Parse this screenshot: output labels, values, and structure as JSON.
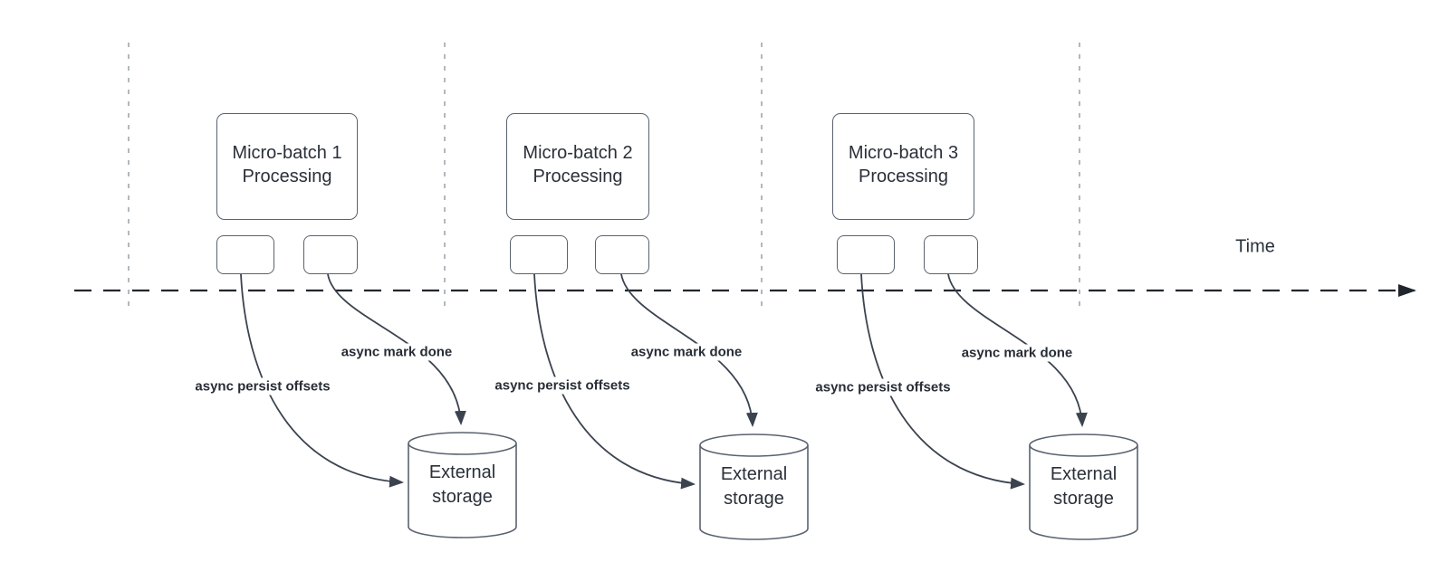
{
  "diagram": {
    "type": "micro-batch streaming timeline",
    "time_axis_label": "Time",
    "groups": [
      {
        "processing_label": "Micro-batch 1\nProcessing",
        "persist_arrow_label": "async persist offsets",
        "mark_done_arrow_label": "async mark done",
        "storage_label": "External\nstorage"
      },
      {
        "processing_label": "Micro-batch 2\nProcessing",
        "persist_arrow_label": "async persist offsets",
        "mark_done_arrow_label": "async mark done",
        "storage_label": "External\nstorage"
      },
      {
        "processing_label": "Micro-batch 3\nProcessing",
        "persist_arrow_label": "async persist offsets",
        "mark_done_arrow_label": "async mark done",
        "storage_label": "External\nstorage"
      }
    ],
    "colors": {
      "background": "#ffffff",
      "text": "#2a3039",
      "shape_stroke": "#5a6270",
      "connector": "#3b434f",
      "timeline": "#21262e",
      "guide": "#aab0b6"
    }
  }
}
